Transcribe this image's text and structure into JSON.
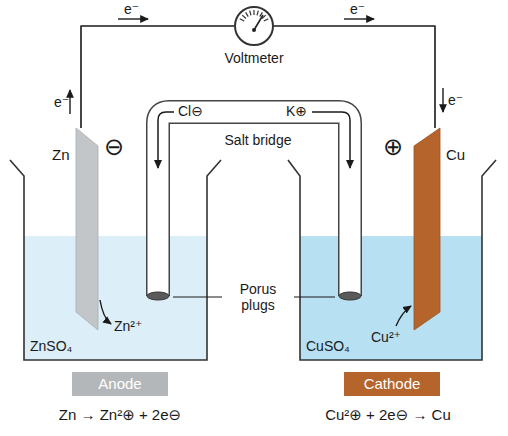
{
  "diagram": {
    "nodes": [
      {
        "text": [
          "Voltmeter"
        ]
      },
      {
        "text": [
          "Zn"
        ]
      },
      {
        "text": [
          "Cu"
        ]
      },
      {
        "text": [
          "Anode"
        ]
      },
      {
        "text": [
          "Cathode"
        ]
      }
    ],
    "edges": [
      {
        "from": 1,
        "to": 0,
        "arrow": "none"
      },
      {
        "from": 0,
        "to": 2,
        "arrow": "none"
      }
    ],
    "labels": [
      "e⁻",
      "e⁻",
      "e⁻",
      "e⁻",
      "⊖",
      "⊕",
      "Cl⊖",
      "K⊕",
      "Salt bridge",
      "Porus plugs",
      "ZnSO₄",
      "Zn²⁺",
      "CuSO₄",
      "Cu²⁺",
      "Zn → Zn²⊕ + 2e⊖",
      "Cu²⊕ + 2e⊖ → Cu"
    ]
  }
}
